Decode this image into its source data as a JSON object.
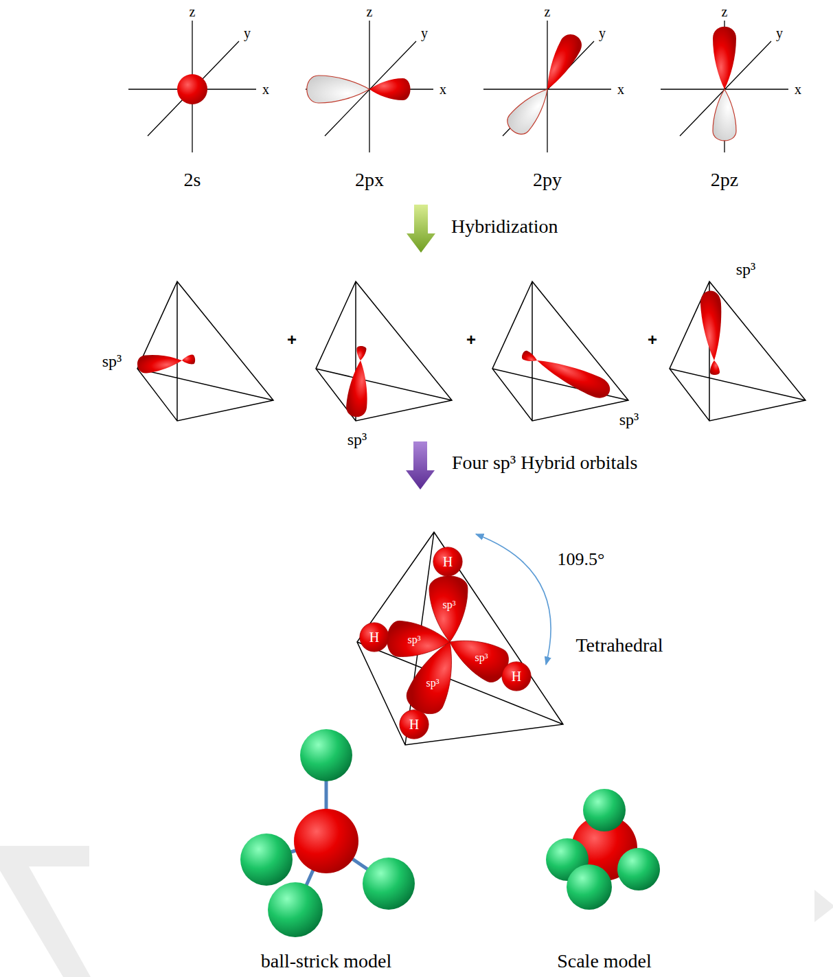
{
  "diagram": {
    "nodes": [
      {
        "text": [
          "H"
        ]
      },
      {
        "text": [
          "H"
        ]
      },
      {
        "text": [
          "H"
        ]
      },
      {
        "text": [
          "H"
        ]
      }
    ],
    "labels": [
      "z",
      "y",
      "x",
      "2s",
      "z",
      "y",
      "x",
      "2px",
      "z",
      "y",
      "x",
      "2py",
      "z",
      "y",
      "x",
      "2pz",
      "Hybridization",
      "sp³",
      "+",
      "sp³",
      "+",
      "sp³",
      "+",
      "sp³",
      "Four sp³ Hybrid orbitals",
      "sp³",
      "sp³",
      "sp³",
      "sp³",
      "109.5°",
      "Tetrahedral",
      "ball-strick model",
      "Scale model"
    ]
  }
}
